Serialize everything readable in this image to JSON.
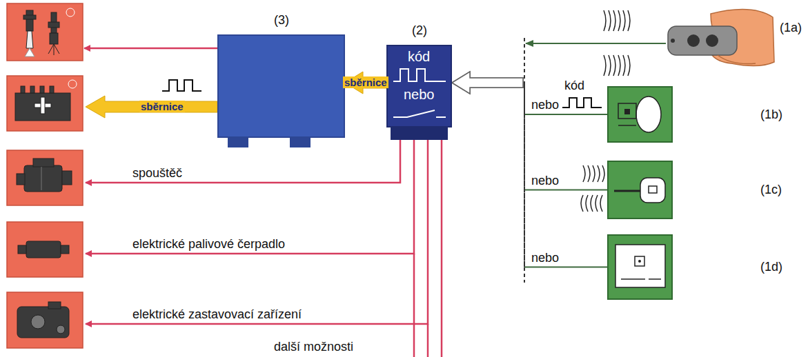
{
  "diagram": {
    "nodes": [
      {
        "text": [
          "(3)"
        ]
      },
      {
        "text": [
          "(2)",
          "kód",
          "nebo"
        ]
      },
      {
        "text": [
          "(1b)"
        ]
      },
      {
        "text": [
          "(1c)"
        ]
      },
      {
        "text": [
          "(1d)"
        ]
      }
    ],
    "edges": [
      {
        "from": 1,
        "to": 0,
        "arrow": "to",
        "label": "sběrnice"
      },
      {
        "from": 2,
        "to": 1,
        "arrow": "to",
        "label": "nebo"
      },
      {
        "from": 3,
        "to": 1,
        "arrow": "to",
        "label": "nebo"
      },
      {
        "from": 4,
        "to": 1,
        "arrow": "to",
        "label": "nebo"
      }
    ],
    "labels": [
      "(1a)",
      "kód",
      "sběrnice",
      "spouštěč",
      "elektrické palivové čerpadlo",
      "elektrické zastavovací zařízení",
      "další možnosti"
    ]
  }
}
